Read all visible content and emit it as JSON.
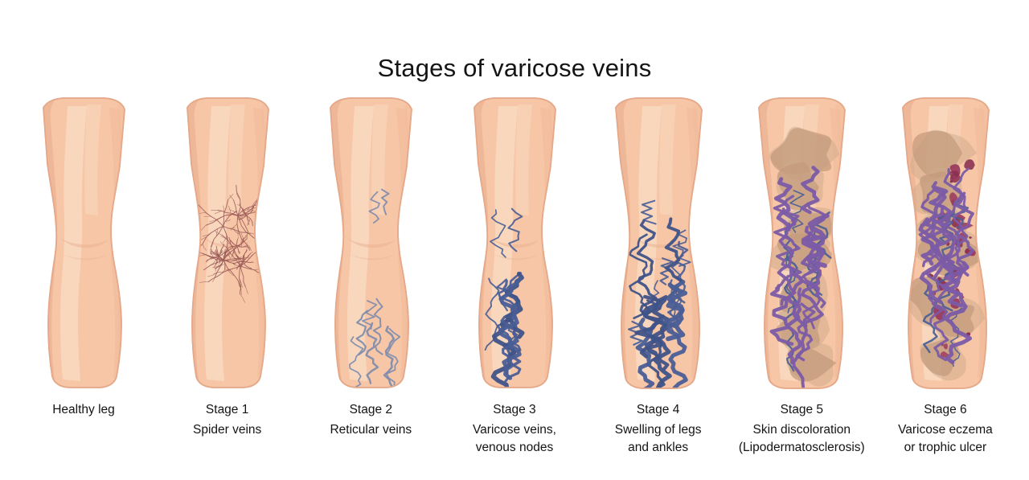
{
  "title": "Stages of varicose veins",
  "palette": {
    "background": "#ffffff",
    "skin_base": "#F6C6A6",
    "skin_light": "#FAD8C0",
    "skin_mid": "#F2BC9B",
    "skin_shadow": "#E8AD8C",
    "skin_outline": "#E5A98A",
    "spider_vein": "#9B5A58",
    "reticular_vein": "#7D8CAE",
    "varicose_vein": "#4A5E96",
    "varicose_vein_dark": "#3F5388",
    "purple_vein": "#7B5BA6",
    "discoloration": "#C49A7C",
    "discoloration_soft": "#CDA98C",
    "ulcer": "#9B3A5E",
    "ulcer_dark": "#8A3050",
    "text": "#141414"
  },
  "stages": [
    {
      "id": "healthy-leg",
      "title": "Healthy leg",
      "subtitle_lines": [],
      "leg_shape": "normal",
      "features": {
        "spider": 0,
        "reticular": 0,
        "varicose": 0,
        "purple": 0,
        "discoloration": 0,
        "ulcer": 0
      }
    },
    {
      "id": "stage-1",
      "title": "Stage 1",
      "subtitle_lines": [
        "Spider veins"
      ],
      "leg_shape": "normal",
      "features": {
        "spider": 4,
        "reticular": 0,
        "varicose": 0,
        "purple": 0,
        "discoloration": 0,
        "ulcer": 0
      }
    },
    {
      "id": "stage-2",
      "title": "Stage 2",
      "subtitle_lines": [
        "Reticular veins"
      ],
      "leg_shape": "normal",
      "features": {
        "spider": 0,
        "reticular": 9,
        "varicose": 0,
        "purple": 0,
        "discoloration": 0,
        "ulcer": 0
      }
    },
    {
      "id": "stage-3",
      "title": "Stage 3",
      "subtitle_lines": [
        "Varicose veins,",
        "venous nodes"
      ],
      "leg_shape": "normal",
      "features": {
        "spider": 0,
        "reticular": 5,
        "varicose": 6,
        "purple": 0,
        "discoloration": 0,
        "ulcer": 0
      }
    },
    {
      "id": "stage-4",
      "title": "Stage 4",
      "subtitle_lines": [
        "Swelling of legs",
        "and ankles"
      ],
      "leg_shape": "swollen",
      "features": {
        "spider": 0,
        "reticular": 9,
        "varicose": 11,
        "purple": 0,
        "discoloration": 0,
        "ulcer": 0
      }
    },
    {
      "id": "stage-5",
      "title": "Stage 5",
      "subtitle_lines": [
        "Skin discoloration",
        "(Lipodermatosclerosis)"
      ],
      "leg_shape": "swollen",
      "features": {
        "spider": 0,
        "reticular": 8,
        "varicose": 0,
        "purple": 12,
        "discoloration": 7,
        "ulcer": 0
      }
    },
    {
      "id": "stage-6",
      "title": "Stage 6",
      "subtitle_lines": [
        "Varicose eczema",
        "or trophic ulcer"
      ],
      "leg_shape": "swollen",
      "features": {
        "spider": 0,
        "reticular": 6,
        "varicose": 0,
        "purple": 13,
        "discoloration": 7,
        "ulcer": 34
      }
    }
  ]
}
